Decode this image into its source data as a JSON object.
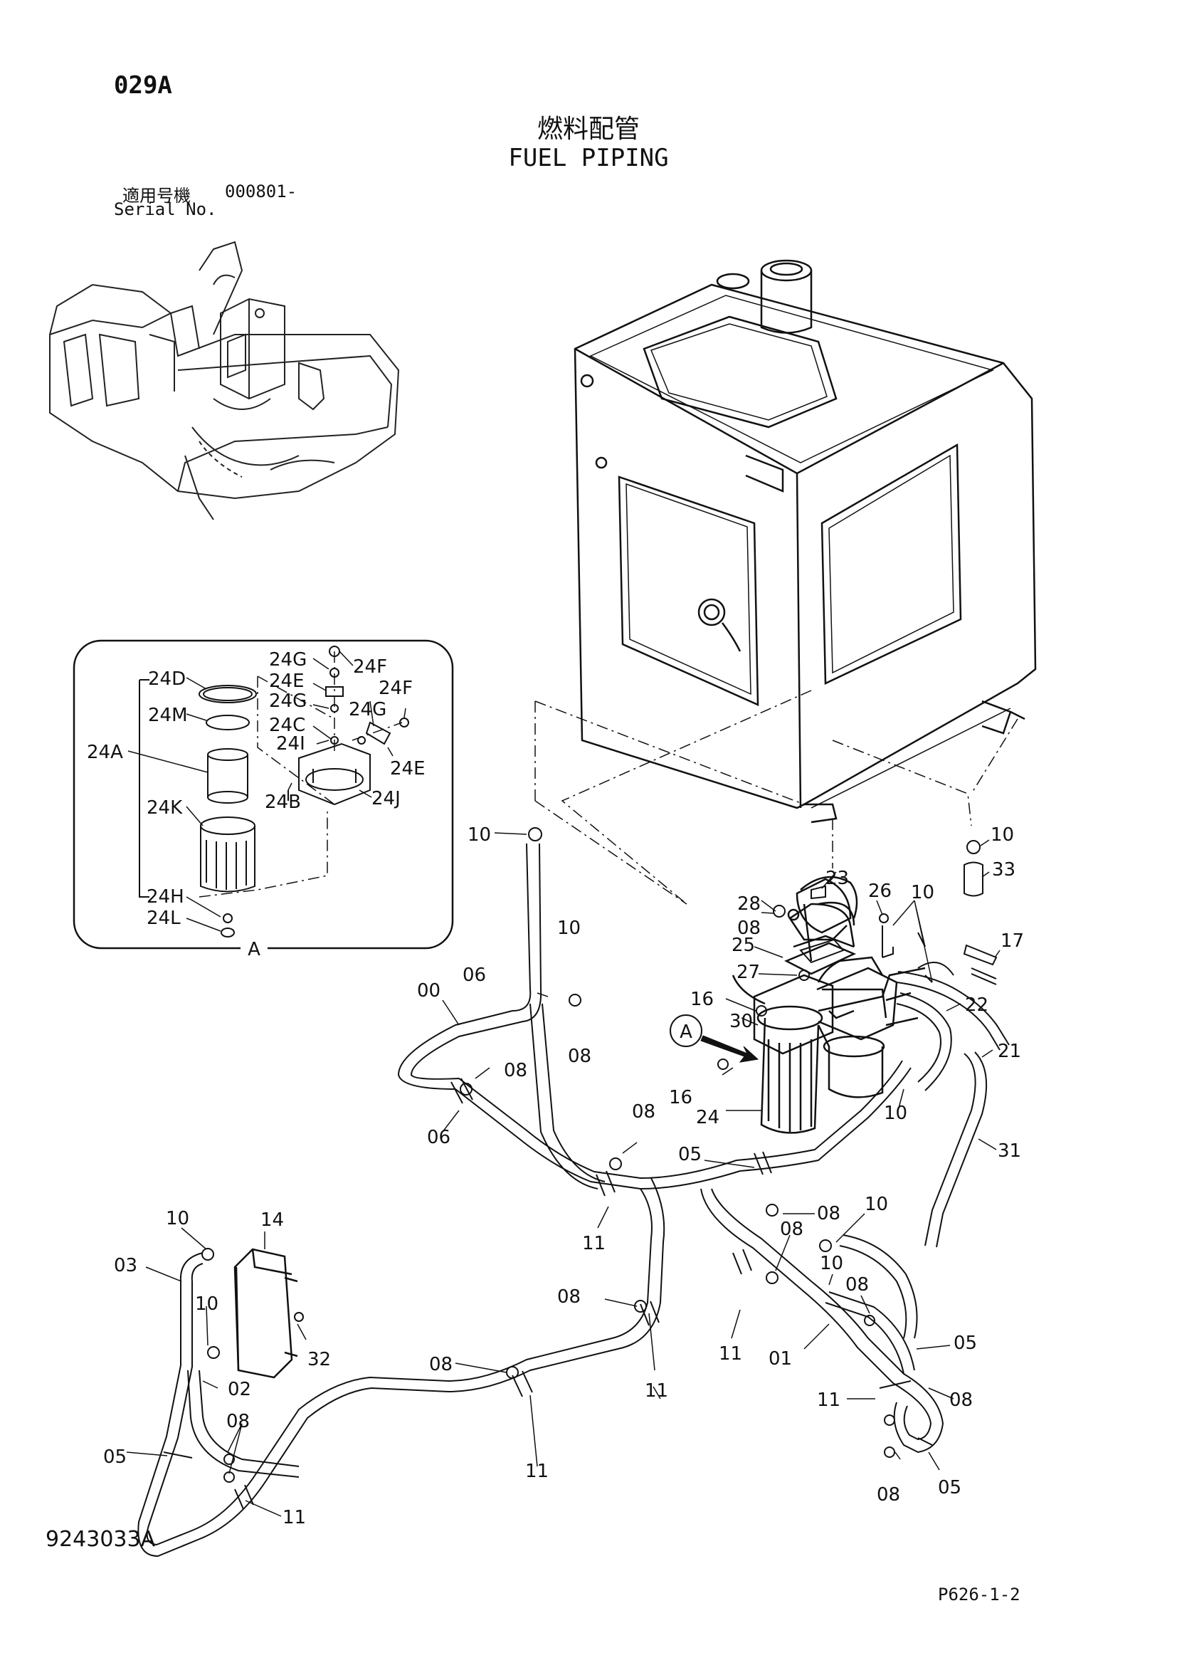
{
  "header": {
    "page_code": "029A",
    "title_jp": "燃料配管",
    "title_en": "FUEL PIPING",
    "serial_label_jp": "適用号機",
    "serial_value": "000801-",
    "serial_label_en": "Serial No."
  },
  "footer": {
    "drawing_number": "9243033A",
    "page_ref": "P626-1-2"
  },
  "detail_view": {
    "label": "A",
    "callout": "A"
  },
  "labels": {
    "l_24D": "24D",
    "l_24M": "24M",
    "l_24A": "24A",
    "l_24K": "24K",
    "l_24H": "24H",
    "l_24L": "24L",
    "l_24G_a": "24G",
    "l_24F_a": "24F",
    "l_24E_a": "24E",
    "l_24G_b": "24G",
    "l_24F_b": "24F",
    "l_24G_c": "24G",
    "l_24C": "24C",
    "l_24I": "24I",
    "l_24E_b": "24E",
    "l_24J": "24J",
    "l_24B": "24B",
    "l_10_a": "10",
    "l_10_b": "10",
    "l_33": "33",
    "l_23": "23",
    "l_28": "28",
    "l_08_a": "08",
    "l_26": "26",
    "l_10_c": "10",
    "l_17": "17",
    "l_25": "25",
    "l_27": "27",
    "l_22": "22",
    "l_16_a": "16",
    "l_30": "30",
    "l_21": "21",
    "l_16_b": "16",
    "l_24": "24",
    "l_10_d": "10",
    "l_31": "31",
    "l_10_e": "10",
    "l_06_a": "06",
    "l_00": "00",
    "l_08_b": "08",
    "l_08_c": "08",
    "l_06_b": "06",
    "l_08_d": "08",
    "l_05_a": "05",
    "l_11_a": "11",
    "l_08_e": "08",
    "l_10_f": "10",
    "l_08_f": "08",
    "l_10_g": "10",
    "l_08_g": "08",
    "l_14": "14",
    "l_10_h": "10",
    "l_03": "03",
    "l_10_i": "10",
    "l_32": "32",
    "l_02": "02",
    "l_08_h": "08",
    "l_11_b": "11",
    "l_01": "01",
    "l_05_b": "05",
    "l_08_i": "08",
    "l_11_c": "11",
    "l_11_d": "11",
    "l_08_j": "08",
    "l_08_k": "08",
    "l_05_c": "05",
    "l_11_e": "11",
    "l_11_f": "11",
    "l_08_l": "08",
    "l_05_d": "05"
  }
}
